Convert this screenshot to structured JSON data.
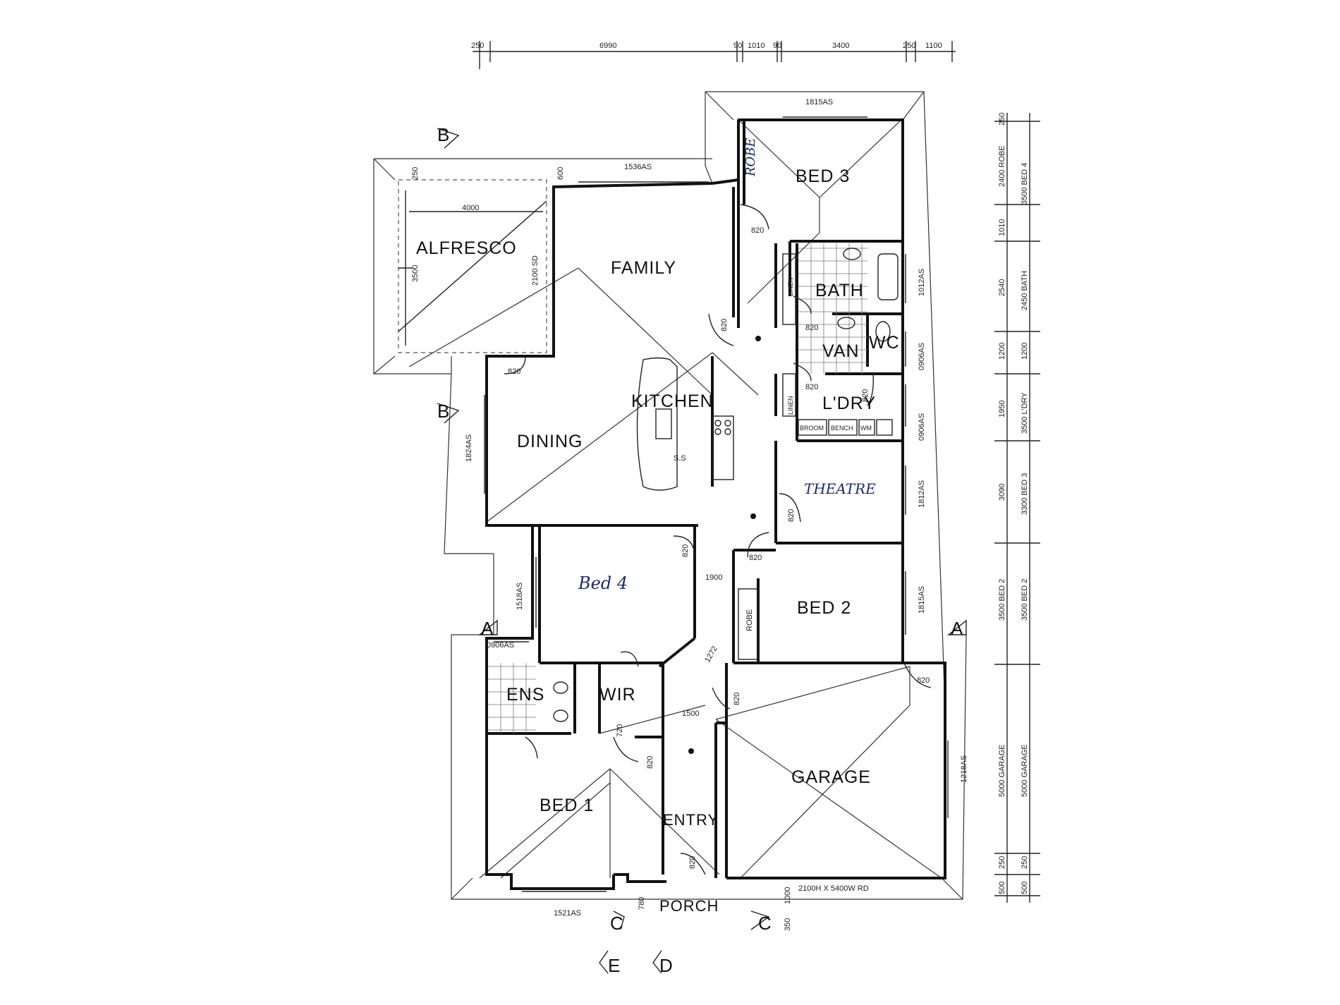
{
  "rooms": {
    "bed3": "BED  3",
    "robe": "ROBE",
    "alfresco": "ALFRESCO",
    "family": "FAMILY",
    "bath": "BATH",
    "van": "VAN",
    "wc": "WC",
    "kitchen": "KITCHEN",
    "dining": "DINING",
    "ldry": "L'DRY",
    "theatre": "THEATRE",
    "bed4": "Bed  4",
    "bed2": "BED 2",
    "ens": "ENS",
    "wir": "WIR",
    "bed1": "BED 1",
    "entry": "ENTRY",
    "garage": "GARAGE",
    "porch": "PORCH"
  },
  "fixtures": {
    "linen1": "LINEN",
    "linen2": "LINEN",
    "broom": "BROOM",
    "bench": "BENCH",
    "wm": "WM",
    "robe_bed2": "ROBE",
    "ss": "S.S"
  },
  "doors": [
    "820",
    "820",
    "820",
    "820",
    "820",
    "820",
    "820",
    "820",
    "820",
    "720",
    "820",
    "820",
    "820",
    "820"
  ],
  "dimensions": {
    "top": [
      "250",
      "6990",
      "90",
      "1010",
      "90",
      "3400",
      "250",
      "1100"
    ],
    "windows": {
      "bed3_top": "1815AS",
      "family_top": "1536AS",
      "alfresco_w": "4000",
      "alfresco_h": "3500",
      "alfresco_top": "250",
      "alfresco_side": "600",
      "family_sd": "2100 SD",
      "dining_side": "1824AS",
      "bath_side": "1012AS",
      "van_side": "0906AS",
      "ldry_side": "0906AS",
      "theatre_side": "1812AS",
      "bed2_side": "1815AS",
      "bed4_side": "1518AS",
      "ens_top": "0906AS",
      "garage_side": "1218AS",
      "bed1_bottom": "1521AS",
      "hall_1900": "1900",
      "hall_1500": "1500",
      "wir_diag": "1272",
      "porch_h": "1000",
      "porch_780": "780",
      "porch_350": "350",
      "garage_door": "2100H X 5400W RD"
    },
    "right": [
      "250",
      "2400 ROBE",
      "3500 BED 4",
      "1010",
      "2540",
      "2450 BATH",
      "1200",
      "1200",
      "1950",
      "3500 L'DRY",
      "3090",
      "3300 BED 3",
      "3500 BED 2",
      "3500 BED 2",
      "5000 GARAGE",
      "5000 GARAGE",
      "250",
      "250",
      "500",
      "500"
    ]
  },
  "sections": {
    "b_top": "B",
    "b_bottom": "B",
    "a_left": "A",
    "a_right": "A",
    "c_left": "C",
    "c_right": "C",
    "e": "E",
    "d": "D"
  }
}
